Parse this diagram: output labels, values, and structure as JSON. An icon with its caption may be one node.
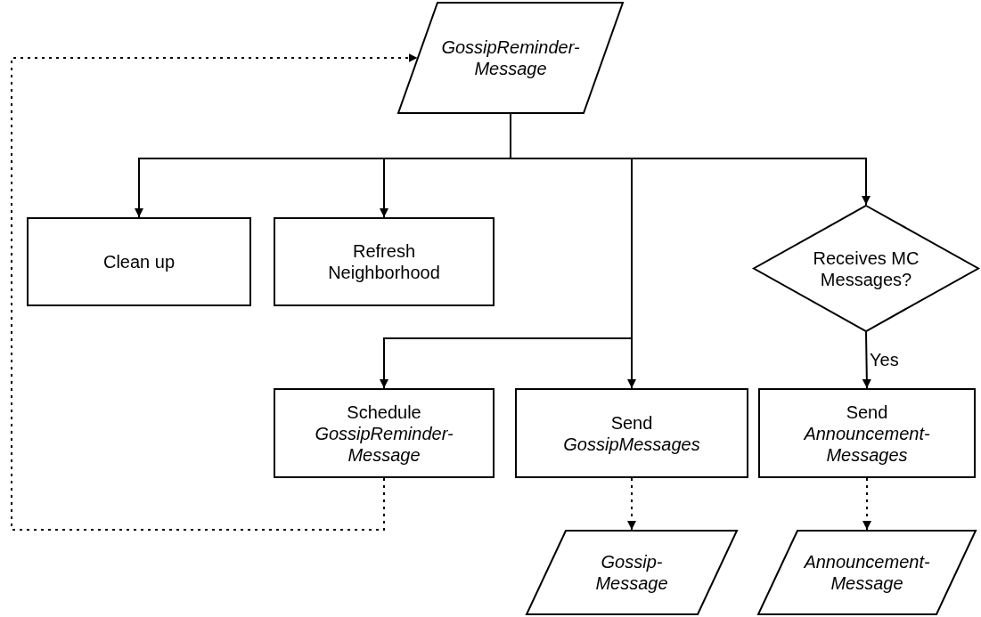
{
  "diagram": {
    "nodes": [
      {
        "text": [
          "GossipReminder-Message"
        ]
      },
      {
        "text": [
          "Clean up"
        ]
      },
      {
        "text": [
          "Refresh Neighborhood"
        ]
      },
      {
        "text": [
          "Receives MC Messages?"
        ]
      },
      {
        "text": [
          "Schedule *GossipReminder-Message*"
        ]
      },
      {
        "text": [
          "Send *GossipMessages*"
        ]
      },
      {
        "text": [
          "Send *Announcement-Messages*"
        ]
      },
      {
        "text": [
          "Gossip-Message"
        ]
      },
      {
        "text": [
          "Announcement-Message"
        ]
      }
    ],
    "edges": [
      {
        "from": 0,
        "to": 1,
        "arrow": "to"
      },
      {
        "from": 0,
        "to": 2,
        "arrow": "to"
      },
      {
        "from": 0,
        "to": 4,
        "arrow": "to"
      },
      {
        "from": 0,
        "to": 5,
        "arrow": "to"
      },
      {
        "from": 0,
        "to": 3,
        "arrow": "to"
      },
      {
        "from": 3,
        "to": 6,
        "label": "Yes",
        "arrow": "to"
      },
      {
        "from": 4,
        "to": 0,
        "arrow": "to",
        "style": "dashed"
      },
      {
        "from": 5,
        "to": 7,
        "arrow": "to",
        "style": "dashed"
      },
      {
        "from": 6,
        "to": 8,
        "arrow": "to",
        "style": "dashed"
      }
    ]
  }
}
